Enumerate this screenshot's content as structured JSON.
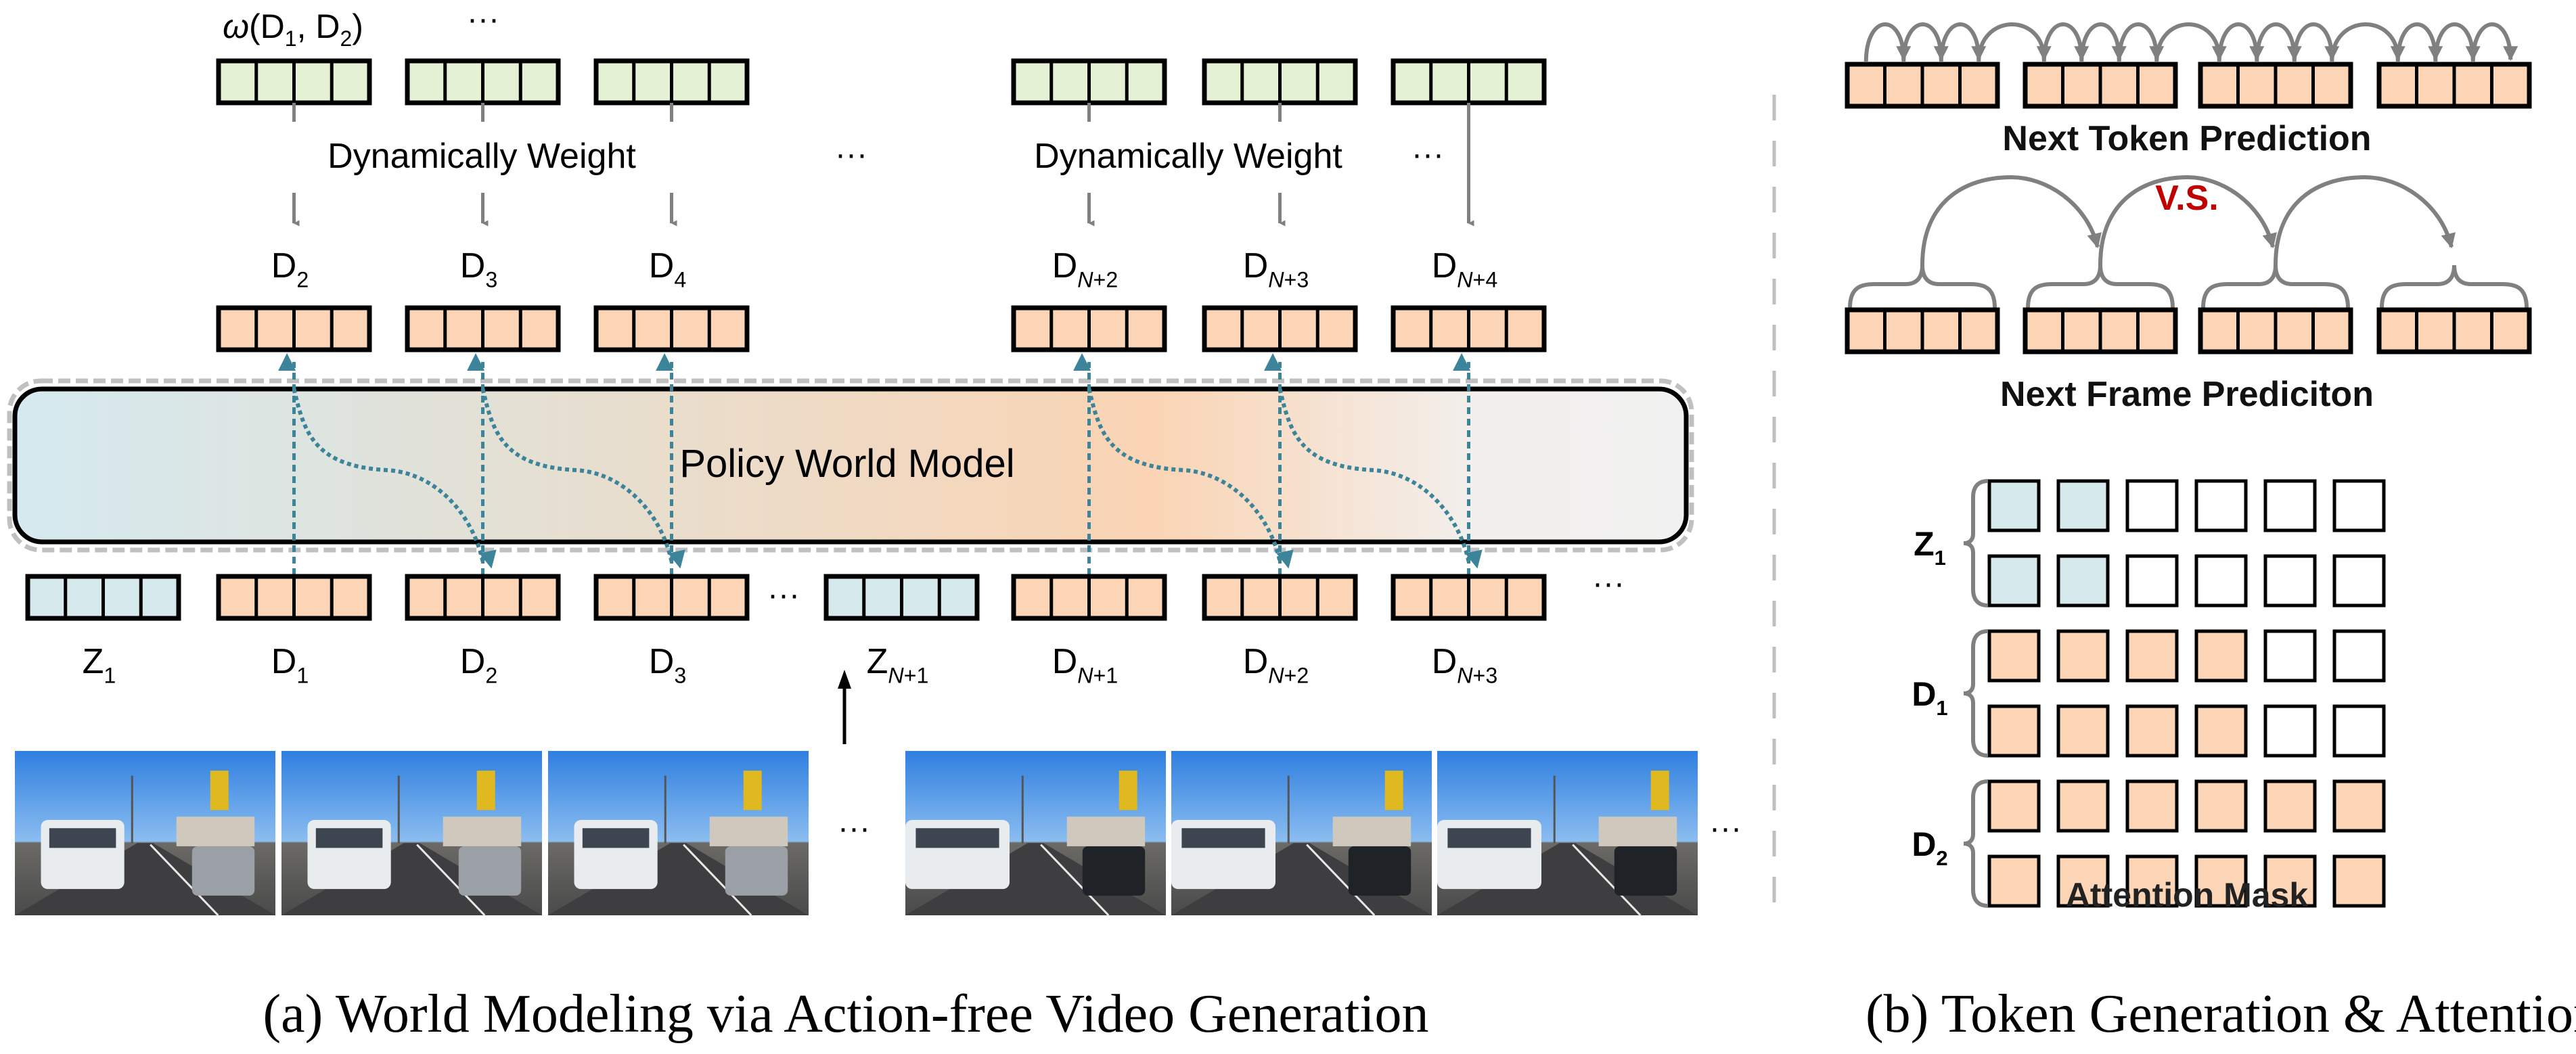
{
  "colors": {
    "green_token": "#e4f1d5",
    "orange_token": "#fbd5b5",
    "blue_token": "#d6eaee",
    "white_token": "#ffffff",
    "arrow_gray": "#808080",
    "dotted_teal": "#3b8499",
    "vs_red": "#c00000",
    "divider_gray": "#bfbfbf",
    "policy_gradient": [
      "#d5eaf0",
      "#e5e1d3",
      "#fad5b6",
      "#f2f1f0"
    ]
  },
  "panel_a": {
    "weight_label": "ω(D₁, D₂)",
    "weight_ellipsis": "···",
    "dyn_weight_labels": [
      "Dynamically Weight",
      "Dynamically Weight"
    ],
    "mid_ellipsis": "···",
    "right_ellipsis": "···",
    "top_targets": [
      {
        "base": "D",
        "sub": "2",
        "italic_n": false
      },
      {
        "base": "D",
        "sub": "3",
        "italic_n": false
      },
      {
        "base": "D",
        "sub": "4",
        "italic_n": false
      },
      {
        "base": "D",
        "sub": "+2",
        "italic_n": true
      },
      {
        "base": "D",
        "sub": "+3",
        "italic_n": true
      },
      {
        "base": "D",
        "sub": "+4",
        "italic_n": true
      }
    ],
    "policy_label": "Policy World Model",
    "input_tokens": [
      {
        "base": "Z",
        "sub": "1",
        "italic_n": false,
        "color": "blue"
      },
      {
        "base": "D",
        "sub": "1",
        "italic_n": false,
        "color": "orange"
      },
      {
        "base": "D",
        "sub": "2",
        "italic_n": false,
        "color": "orange"
      },
      {
        "base": "D",
        "sub": "3",
        "italic_n": false,
        "color": "orange"
      },
      {
        "base": "Z",
        "sub": "+1",
        "italic_n": true,
        "color": "blue"
      },
      {
        "base": "D",
        "sub": "+1",
        "italic_n": true,
        "color": "orange"
      },
      {
        "base": "D",
        "sub": "+2",
        "italic_n": true,
        "color": "orange"
      },
      {
        "base": "D",
        "sub": "+3",
        "italic_n": true,
        "color": "orange"
      }
    ],
    "token_ellipsis": "···",
    "tail_ellipsis": "···",
    "frames_ellipsis": "···",
    "frames_tail_ellipsis": "···",
    "frame_count_left": 3,
    "frame_count_right": 3,
    "caption": "(a) World Modeling via Action-free Video Generation"
  },
  "panel_b": {
    "ntp_label": "Next Token Prediction",
    "vs_label": "V.S.",
    "nfp_label": "Next Frame Prediciton",
    "mask_row_groups": [
      {
        "base": "Z",
        "sub": "1"
      },
      {
        "base": "D",
        "sub": "1"
      },
      {
        "base": "D",
        "sub": "2"
      }
    ],
    "attention_mask": [
      [
        "blue",
        "blue",
        "white",
        "white",
        "white",
        "white"
      ],
      [
        "blue",
        "blue",
        "white",
        "white",
        "white",
        "white"
      ],
      [
        "orange",
        "orange",
        "orange",
        "orange",
        "white",
        "white"
      ],
      [
        "orange",
        "orange",
        "orange",
        "orange",
        "white",
        "white"
      ],
      [
        "orange",
        "orange",
        "orange",
        "orange",
        "orange",
        "orange"
      ],
      [
        "orange",
        "orange",
        "orange",
        "orange",
        "orange",
        "orange"
      ]
    ],
    "mask_label": "Attention Mask",
    "caption": "(b) Token Generation & Attention"
  }
}
